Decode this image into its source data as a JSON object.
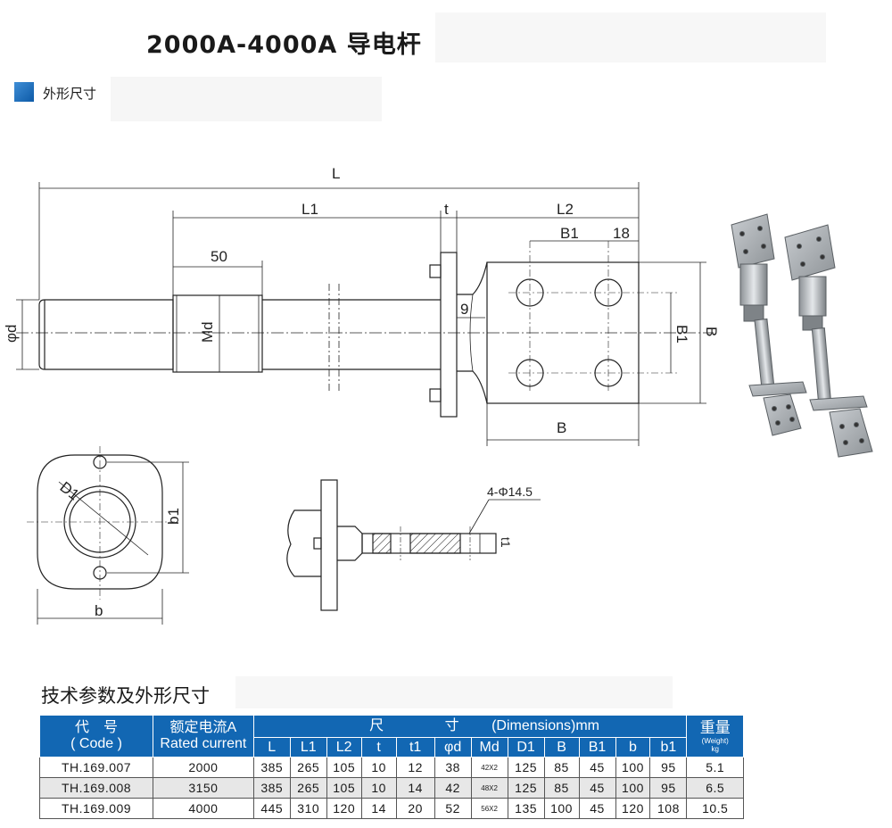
{
  "header": {
    "title": "2000A-4000A  导电杆"
  },
  "section": {
    "label": "外形尺寸"
  },
  "drawing": {
    "labels": {
      "L": "L",
      "L1": "L1",
      "t": "t",
      "L2": "L2",
      "B1_top": "B1",
      "d18": "18",
      "d50": "50",
      "phi_d": "φd",
      "Md": "Md",
      "d9": "9",
      "B1_side": "B1",
      "B_side": "B",
      "B_bottom": "B",
      "D1": "D1",
      "b1": "b1",
      "b": "b",
      "holes": "4-Φ14.5",
      "t1": "t1"
    }
  },
  "params": {
    "title": "技术参数及外形尺寸"
  },
  "table": {
    "head": {
      "code_cn": "代　号",
      "code_en": "( Code )",
      "current_cn": "额定电流A",
      "current_en": "Rated current",
      "dim_chi": "尺",
      "dim_cun": "寸",
      "dim_en": "(Dimensions)mm",
      "weight_cn": "重量",
      "weight_en": "(Weight)",
      "weight_unit": "kg"
    },
    "columns": [
      "L",
      "L1",
      "L2",
      "t",
      "t1",
      "φd",
      "Md",
      "D1",
      "B",
      "B1",
      "b",
      "b1"
    ],
    "rows": [
      [
        "TH.169.007",
        "2000",
        "385",
        "265",
        "105",
        "10",
        "12",
        "38",
        "42X2",
        "125",
        "85",
        "45",
        "100",
        "95",
        "5.1"
      ],
      [
        "TH.169.008",
        "3150",
        "385",
        "265",
        "105",
        "10",
        "14",
        "42",
        "48X2",
        "125",
        "85",
        "45",
        "100",
        "95",
        "6.5"
      ],
      [
        "TH.169.009",
        "4000",
        "445",
        "310",
        "120",
        "14",
        "20",
        "52",
        "56X2",
        "135",
        "100",
        "45",
        "120",
        "108",
        "10.5"
      ]
    ]
  }
}
